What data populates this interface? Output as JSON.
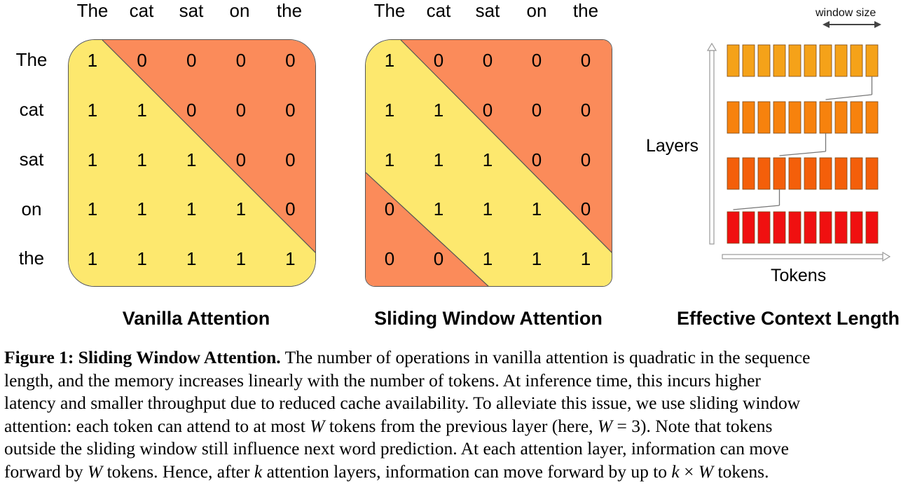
{
  "tokens": [
    "The",
    "cat",
    "sat",
    "on",
    "the"
  ],
  "panels": {
    "vanilla": {
      "title": "Vanilla Attention",
      "matrix": [
        [
          "1",
          "0",
          "0",
          "0",
          "0"
        ],
        [
          "1",
          "1",
          "0",
          "0",
          "0"
        ],
        [
          "1",
          "1",
          "1",
          "0",
          "0"
        ],
        [
          "1",
          "1",
          "1",
          "1",
          "0"
        ],
        [
          "1",
          "1",
          "1",
          "1",
          "1"
        ]
      ]
    },
    "sliding": {
      "title": "Sliding Window Attention",
      "matrix": [
        [
          "1",
          "0",
          "0",
          "0",
          "0"
        ],
        [
          "1",
          "1",
          "0",
          "0",
          "0"
        ],
        [
          "1",
          "1",
          "1",
          "0",
          "0"
        ],
        [
          "0",
          "1",
          "1",
          "1",
          "0"
        ],
        [
          "0",
          "0",
          "1",
          "1",
          "1"
        ]
      ]
    },
    "context": {
      "title": "Effective Context Length",
      "window_label": "window size",
      "y_label": "Layers",
      "x_label": "Tokens",
      "layers": 4,
      "tokens_per_layer": 10,
      "layer_colors": [
        "#f5a219",
        "#f7820d",
        "#f45f0a",
        "#f01010"
      ]
    }
  },
  "colors": {
    "attend": "#fde86e",
    "masked": "#fb8b5a"
  },
  "caption": {
    "label": "Figure 1: Sliding Window Attention.",
    "lines": [
      "The number of operations in vanilla attention is quadratic in the sequence",
      "length, and the memory increases linearly with the number of tokens.  At inference time, this incurs higher",
      "latency and smaller throughput due to reduced cache availability. To alleviate this issue, we use sliding window",
      "attention: each token can attend to at most",
      "tokens from the previous layer (here,",
      "= 3). Note that tokens",
      "outside the sliding window still influence next word prediction. At each attention layer, information can move",
      "forward by",
      "tokens. Hence, after",
      "attention layers, information can move forward by up to",
      "×",
      "tokens."
    ],
    "var_w": "W",
    "var_k": "k"
  }
}
